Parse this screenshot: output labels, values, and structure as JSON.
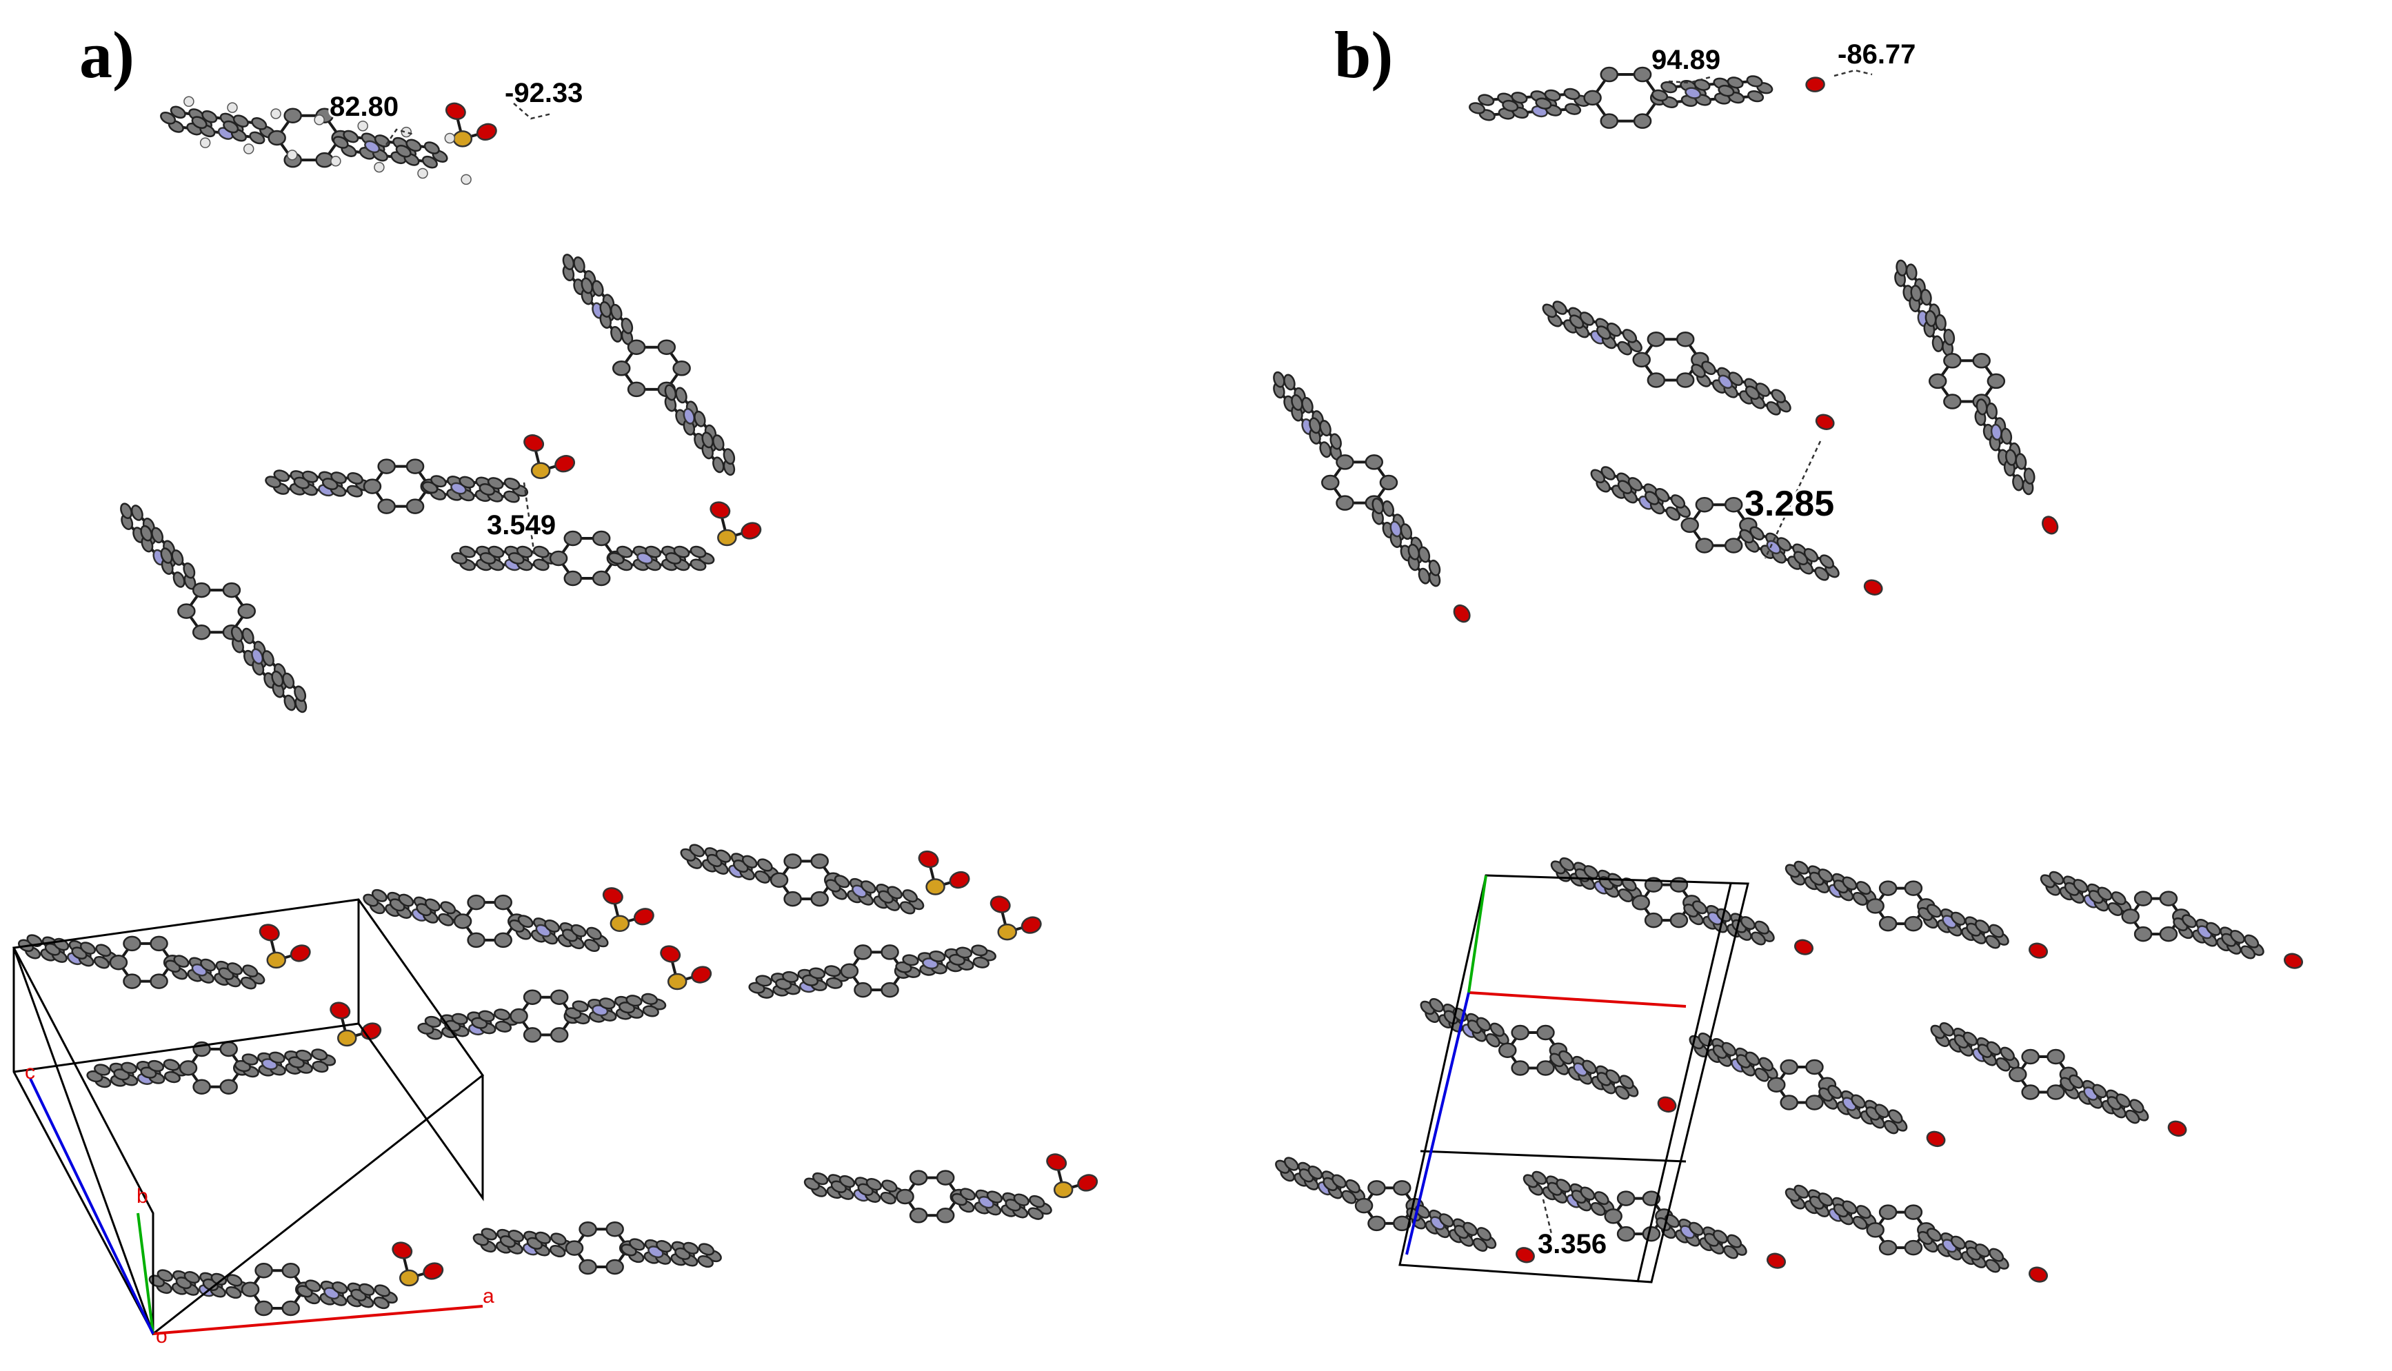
{
  "panels": [
    {
      "label": "a)",
      "dihedral_angles": [
        "82.80",
        "-92.33"
      ],
      "stacking_distance": "3.549",
      "cell_axis_labels": {
        "a": "a",
        "b": "b",
        "c": "c",
        "origin": "o"
      }
    },
    {
      "label": "b)",
      "dihedral_angles": [
        "94.89",
        "-86.77"
      ],
      "stacking_distances": [
        "3.285",
        "3.356"
      ]
    }
  ],
  "colors": {
    "carbon": "#7a7a7a",
    "hydrogen": "#e6e6e6",
    "nitrogen": "#9b9bd8",
    "oxygen": "#cc0000",
    "sulfur": "#d4a020",
    "axis_a": "#e00000",
    "axis_b": "#00b000",
    "axis_c": "#0000e0"
  }
}
